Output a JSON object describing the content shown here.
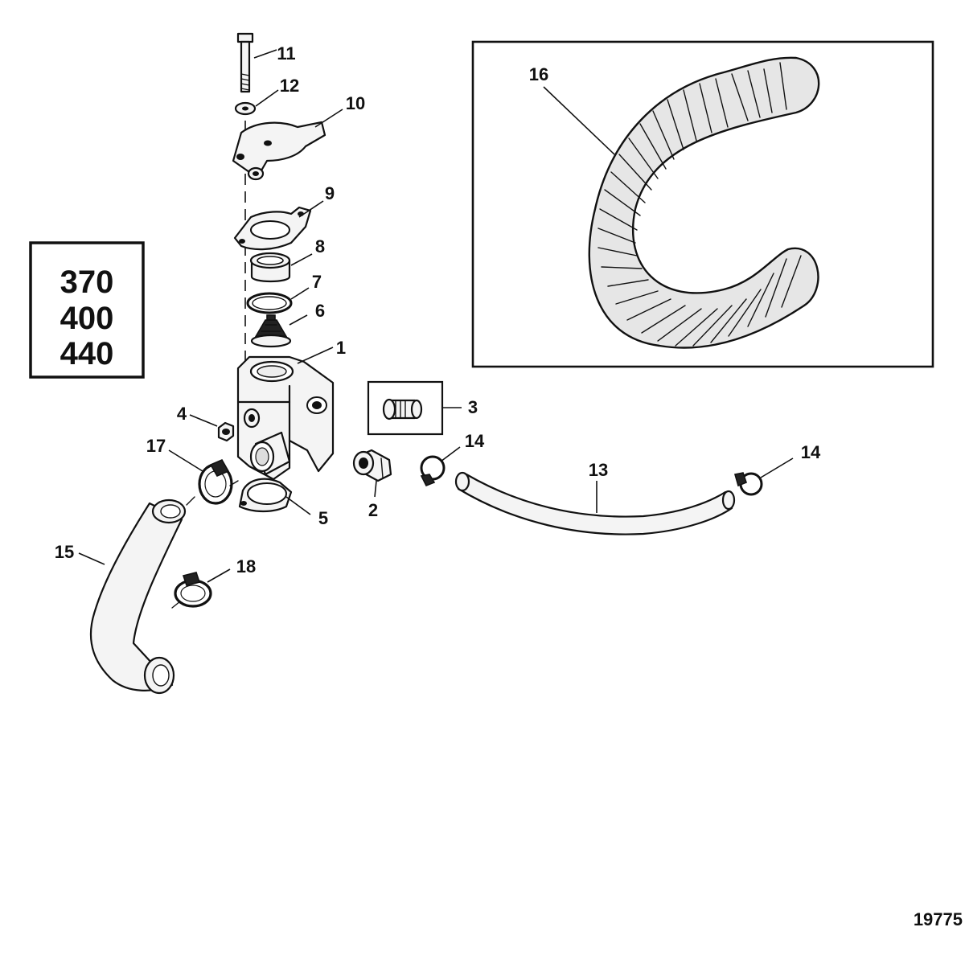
{
  "model_box": {
    "lines": [
      "370",
      "400",
      "440"
    ]
  },
  "callouts": {
    "c1": "1",
    "c2": "2",
    "c3": "3",
    "c4": "4",
    "c5": "5",
    "c6": "6",
    "c7": "7",
    "c8": "8",
    "c9": "9",
    "c10": "10",
    "c11": "11",
    "c12": "12",
    "c13": "13",
    "c14a": "14",
    "c14b": "14",
    "c15": "15",
    "c16": "16",
    "c17": "17",
    "c18": "18"
  },
  "figure_number": "19775"
}
